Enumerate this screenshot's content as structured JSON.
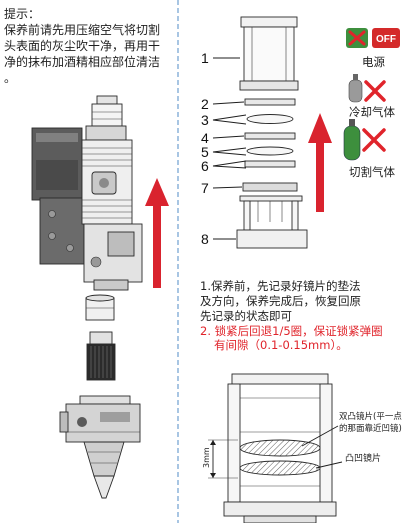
{
  "tip": {
    "title": "提示：",
    "lines": [
      "保养前请先用压缩空气将切割",
      "头表面的灰尘吹干净，再用干",
      "净的抹布加酒精相应部位清洁",
      "。"
    ]
  },
  "parts": {
    "labels": [
      "1",
      "2",
      "3",
      "4",
      "5",
      "6",
      "7",
      "8"
    ]
  },
  "status": {
    "off": "OFF",
    "power": "电源",
    "cooling_gas": "冷却气体",
    "cutting_gas": "切割气体"
  },
  "notes": {
    "note1": [
      "1.保养前，先记录好镜片的垫法",
      "及方向，保养完成后，恢复回原",
      "先记录的状态即可"
    ],
    "note2": [
      "2. 锁紧后回退1/5圈，保证锁紧弹圈",
      "有间隙（0.1-0.15mm）。"
    ]
  },
  "lens": {
    "biconvex": [
      "双凸镜片(平一点",
      "的那面靠近凹镜)"
    ],
    "meniscus": "凸凹镜片",
    "gap": "3mm"
  },
  "colors": {
    "accent_red": "#d9232e",
    "dashed_blue": "#6f9fd0",
    "text_red": "#e0242b",
    "off_button": "#d42a2a",
    "gas_green": "#3d8f3d"
  }
}
